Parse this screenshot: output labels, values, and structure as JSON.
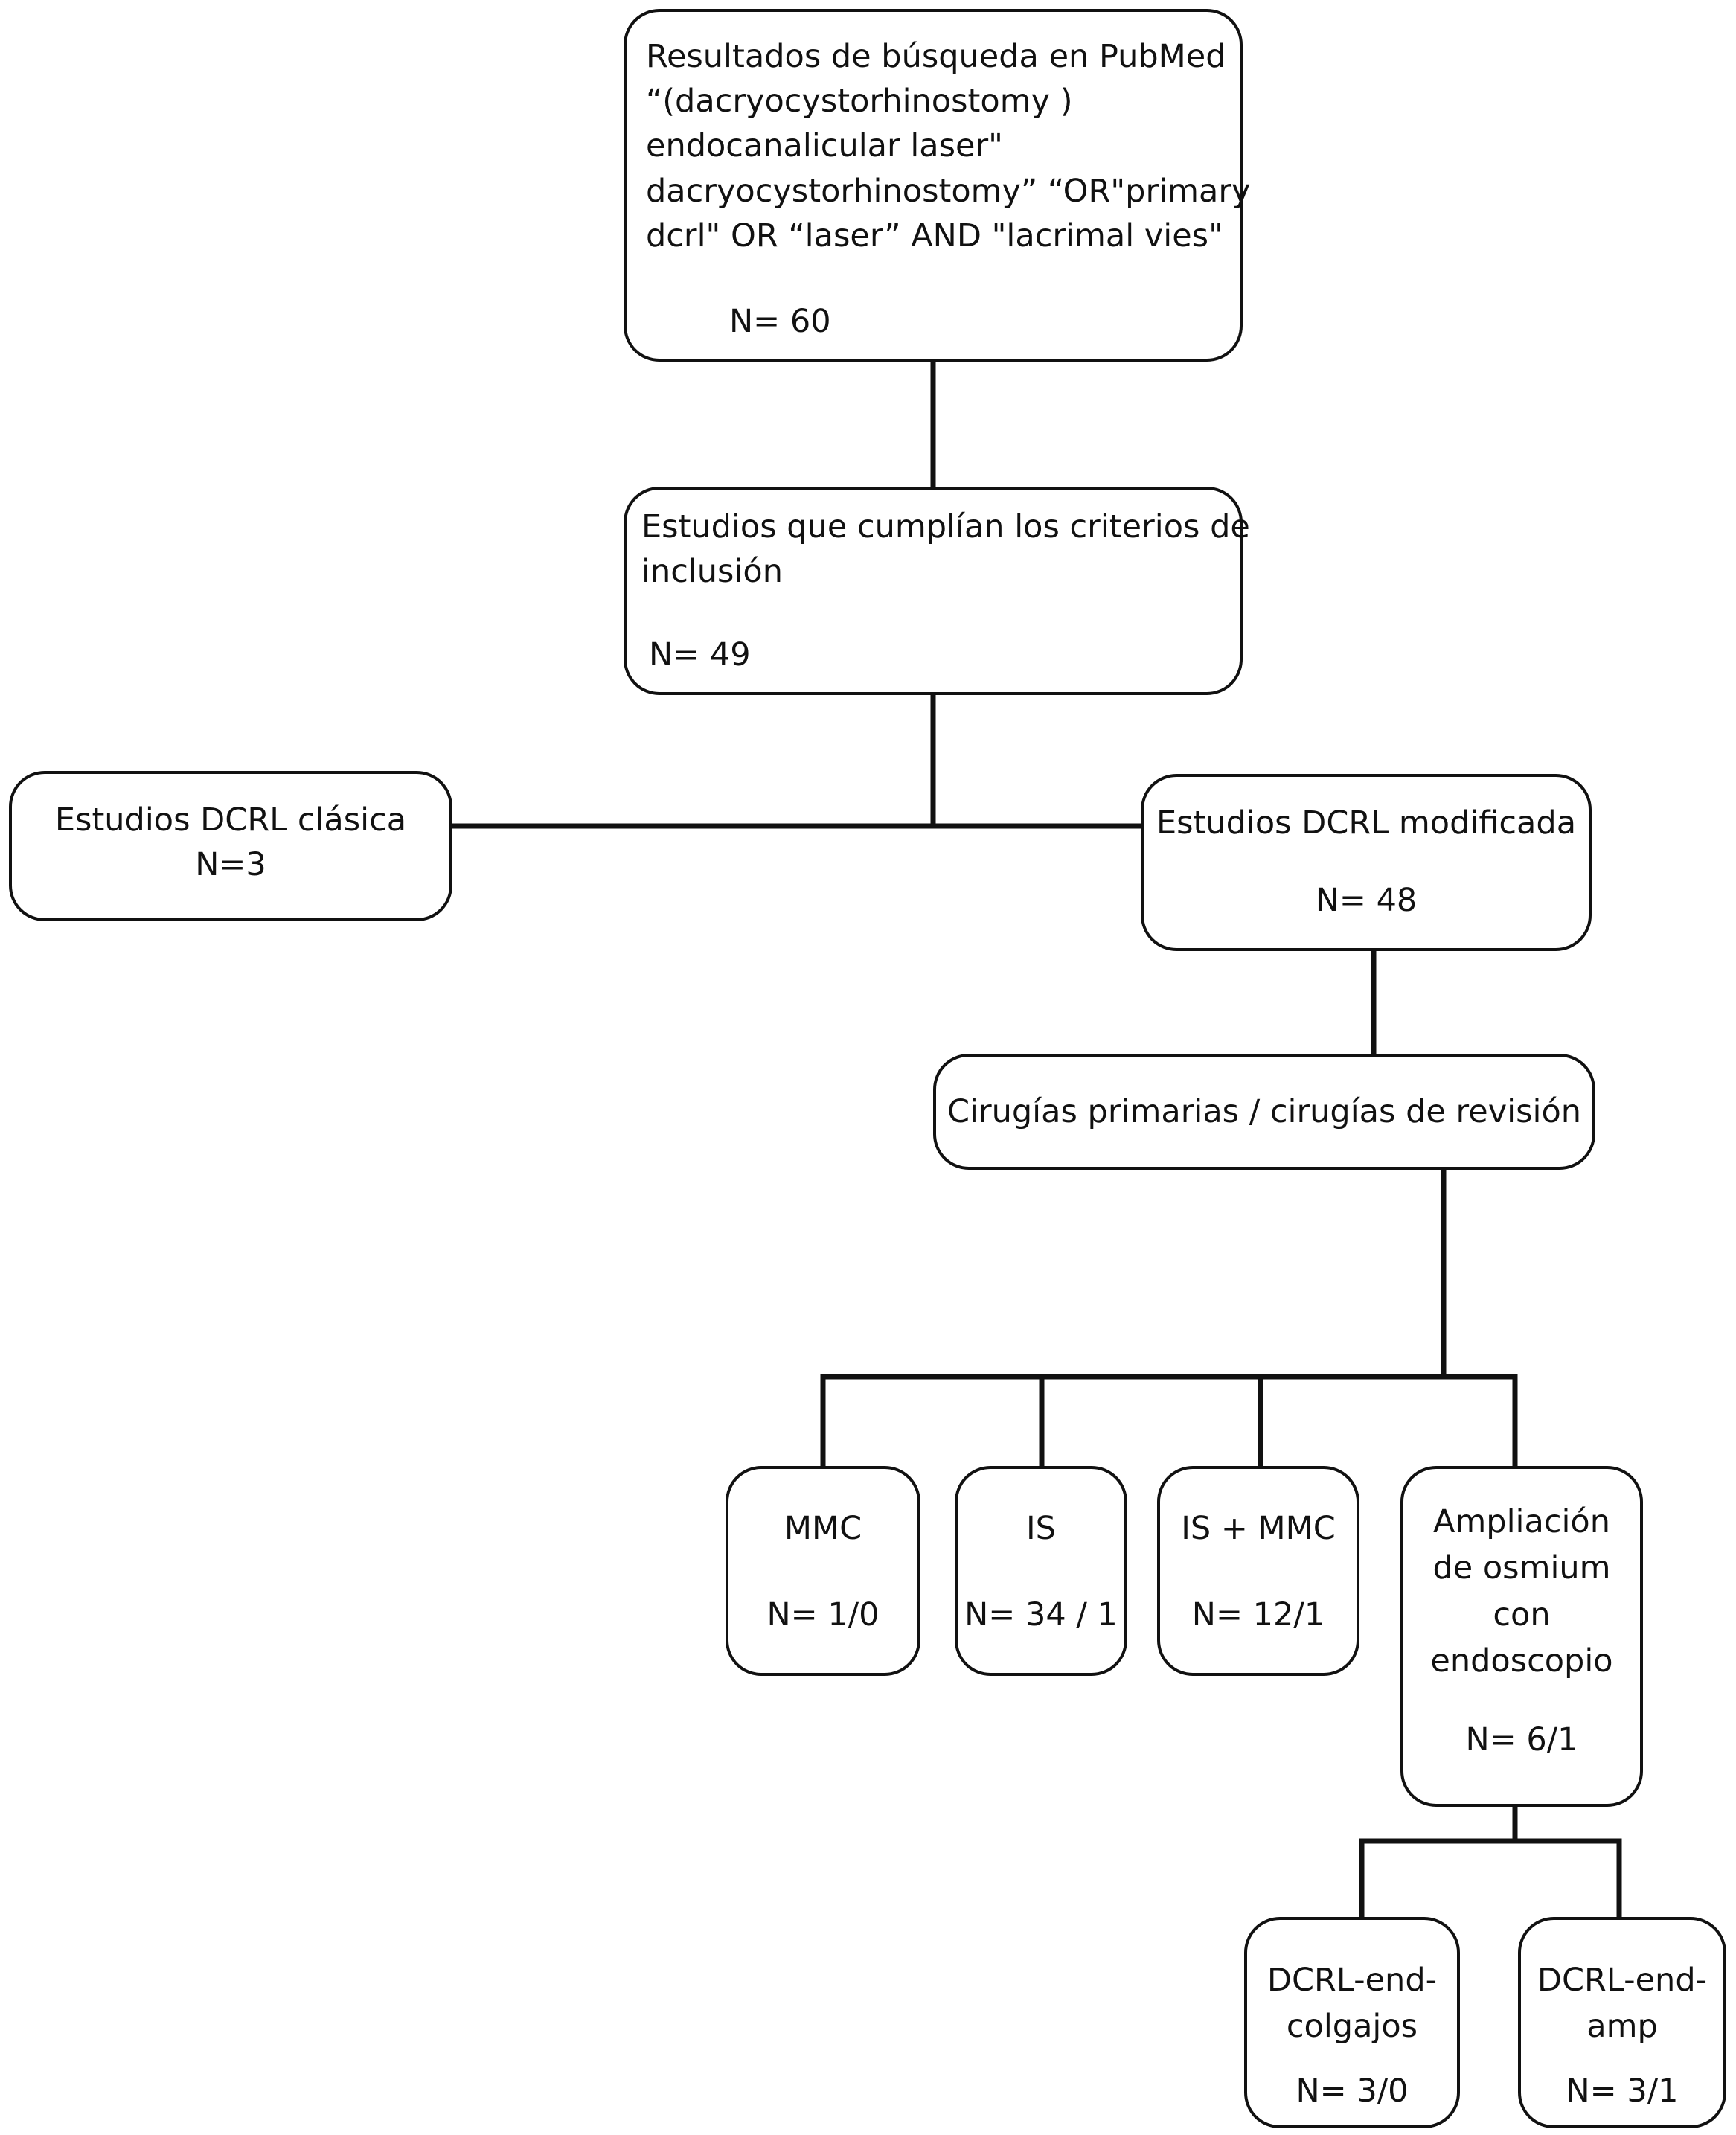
{
  "boxes": {
    "pubmed": {
      "lines": [
        "Resultados de búsqueda en PubMed",
        "“(dacryocystorhinostomy )",
        "endocanalicular laser\"",
        "dacryocystorhinostomy” “OR\"primary",
        "dcrl\" OR “laser” AND \"lacrimal vies\""
      ],
      "n": "N= 60"
    },
    "inclusion": {
      "lines": [
        "Estudios que cumplían los criterios de",
        "inclusión"
      ],
      "n": "N= 49"
    },
    "clasica": {
      "lines": [
        "Estudios DCRL clásica",
        "N=3"
      ]
    },
    "modificada": {
      "title": "Estudios DCRL modificada",
      "n": "N= 48"
    },
    "cirugias": {
      "title": "Cirugías primarias / cirugías de revisión"
    },
    "mmc": {
      "title": "MMC",
      "n": "N= 1/0"
    },
    "is": {
      "title": "IS",
      "n": "N= 34 / 1"
    },
    "is_mmc": {
      "title": "IS + MMC",
      "n": "N= 12/1"
    },
    "osmium": {
      "lines": [
        "Ampliación",
        "de osmium",
        "con",
        "endoscopio"
      ],
      "n": "N= 6/1"
    },
    "colgajos": {
      "lines": [
        "DCRL-end-",
        "colgajos"
      ],
      "n": "N= 3/0"
    },
    "amp": {
      "lines": [
        "DCRL-end-",
        "amp"
      ],
      "n": "N= 3/1"
    }
  }
}
